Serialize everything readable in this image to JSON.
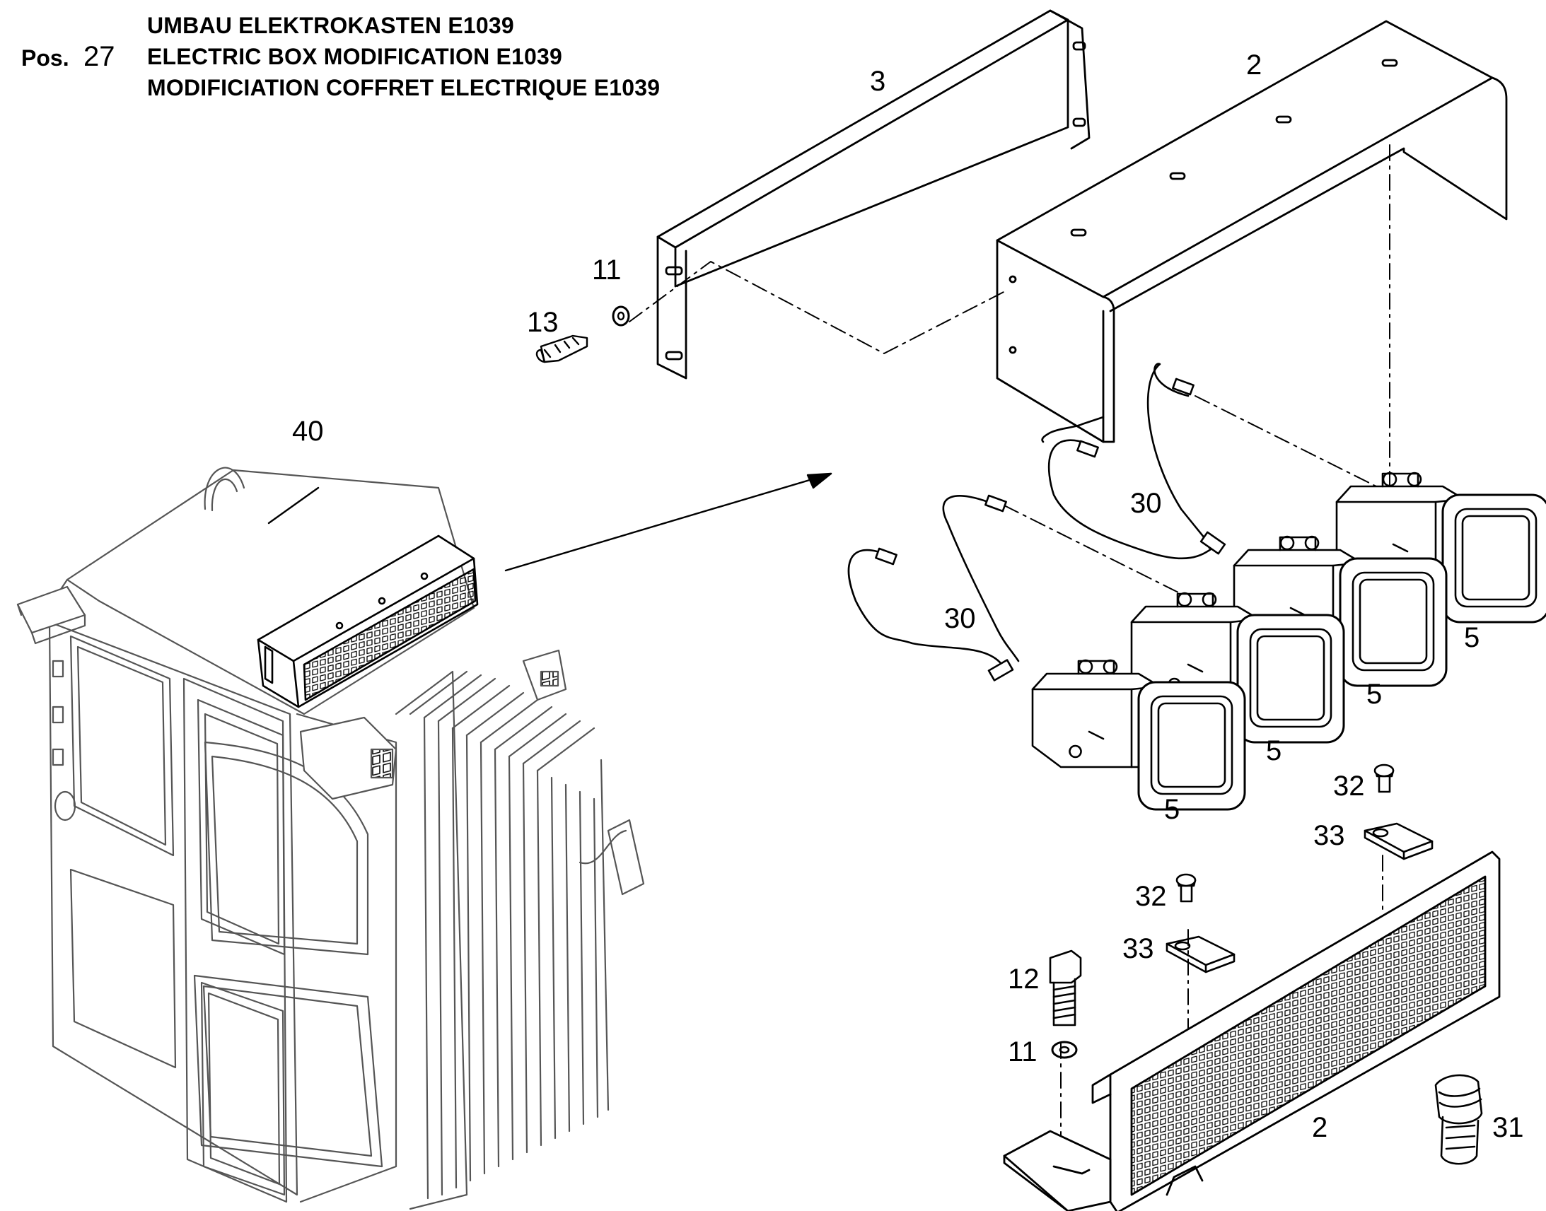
{
  "header": {
    "pos_word": "Pos.",
    "pos_number": "27",
    "title_lines": [
      "UMBAU ELEKTROKASTEN E1039",
      "ELECTRIC BOX MODIFICATION E1039",
      "MODIFICIATION COFFRET ELECTRIQUE E1039"
    ]
  },
  "callouts": {
    "c40": "40",
    "c13": "13",
    "c11_top": "11",
    "c3": "3",
    "c2_top": "2",
    "c30_a": "30",
    "c30_b": "30",
    "c5_a": "5",
    "c5_b": "5",
    "c5_c": "5",
    "c5_d": "5",
    "c32_a": "32",
    "c33_a": "33",
    "c32_b": "32",
    "c33_b": "33",
    "c12": "12",
    "c11_bottom": "11",
    "c2_bottom": "2",
    "c31": "31"
  }
}
